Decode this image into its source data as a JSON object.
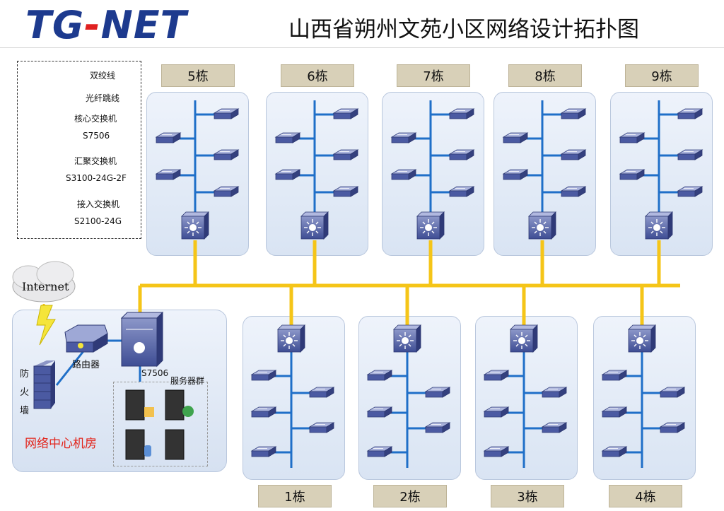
{
  "header": {
    "logo_left": "TG",
    "logo_dash": "-",
    "logo_right": "NET",
    "title": "山西省朔州文苑小区网络设计拓扑图"
  },
  "legend": {
    "twisted_pair": "双绞线",
    "fiber": "光纤跳线",
    "core_name": "核心交换机",
    "core_model": "S7506",
    "agg_name": "汇聚交换机",
    "agg_model": "S3100-24G-2F",
    "access_name": "接入交换机",
    "access_model": "S2100-24G",
    "colors": {
      "twisted_pair": "#1f6fc8",
      "fiber": "#f5c518"
    }
  },
  "buildings_top": [
    {
      "label": "5栋"
    },
    {
      "label": "6栋"
    },
    {
      "label": "7栋"
    },
    {
      "label": "8栋"
    },
    {
      "label": "9栋"
    }
  ],
  "buildings_bottom": [
    {
      "label": "1栋"
    },
    {
      "label": "2栋"
    },
    {
      "label": "3栋"
    },
    {
      "label": "4栋"
    }
  ],
  "datacenter": {
    "internet": "Internet",
    "router": "路由器",
    "core": "S7506",
    "servers": "服务器群",
    "firewall_1": "防",
    "firewall_2": "火",
    "firewall_3": "墙",
    "room": "网络中心机房"
  }
}
